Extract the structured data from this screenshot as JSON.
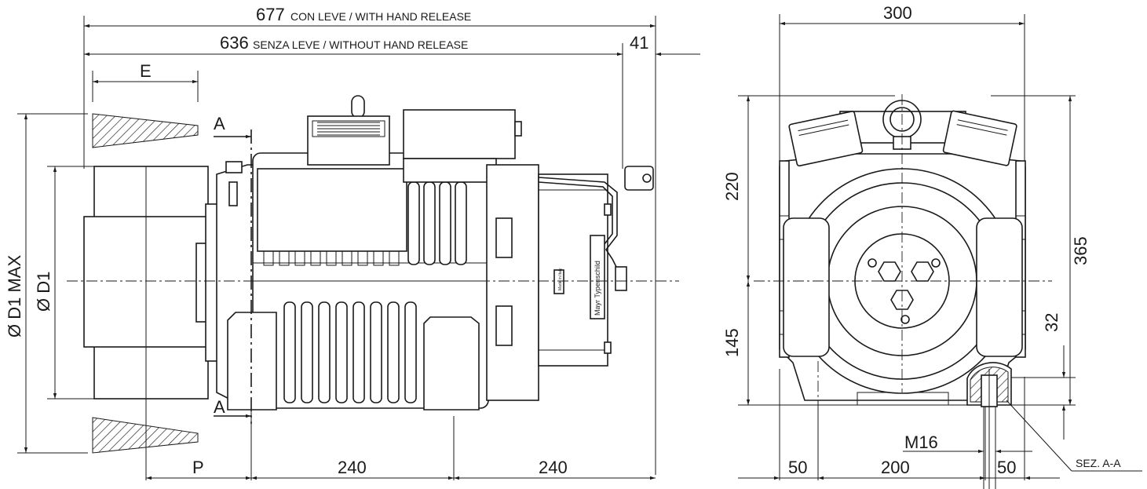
{
  "dimensions": {
    "overall_with_release_value": "677",
    "overall_with_release_label": "CON LEVE / WITH HAND RELEASE",
    "overall_without_release_value": "636",
    "overall_without_release_label": "SENZA LEVE / WITHOUT HAND RELEASE",
    "release_offset": "41",
    "e_label": "E",
    "section_mark_top": "A",
    "section_mark_bottom": "A",
    "d1_max_label": "Ø D1 MAX",
    "d1_label": "Ø D1",
    "p_label": "P",
    "bottom_left_240": "240",
    "bottom_right_240": "240",
    "front_width": "300",
    "height_upper": "220",
    "height_lower": "145",
    "height_total": "365",
    "foot_height": "32",
    "thread": "M16",
    "front_bottom_left": "50",
    "front_bottom_mid": "200",
    "front_bottom_right": "50",
    "section_label": "SEZ. A-A"
  },
  "labels": {
    "nameplate": "Mayr Typenschild",
    "small_plate": "Made in Italy"
  }
}
